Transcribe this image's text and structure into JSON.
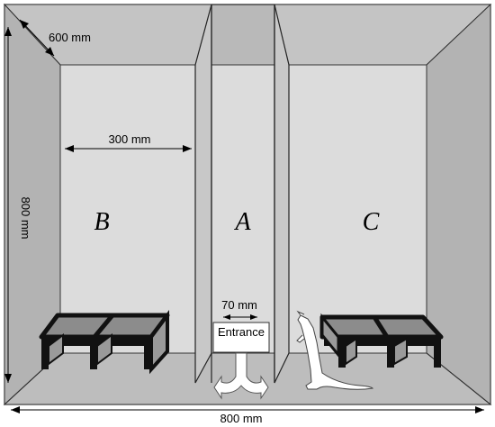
{
  "diagram": {
    "dimensions": {
      "depth": "600 mm",
      "compartment_width": "300 mm",
      "height": "800 mm",
      "total_width": "800 mm",
      "entrance_width": "70 mm"
    },
    "compartments": {
      "left": "B",
      "center": "A",
      "right": "C"
    },
    "entrance_label": "Entrance"
  },
  "colors": {
    "outer_wall": "#b3b3b3",
    "back_wall": "#dadada",
    "divider": "#c6c6c6",
    "stool_top": "#8c8c8c",
    "stool_frame": "#111111"
  }
}
